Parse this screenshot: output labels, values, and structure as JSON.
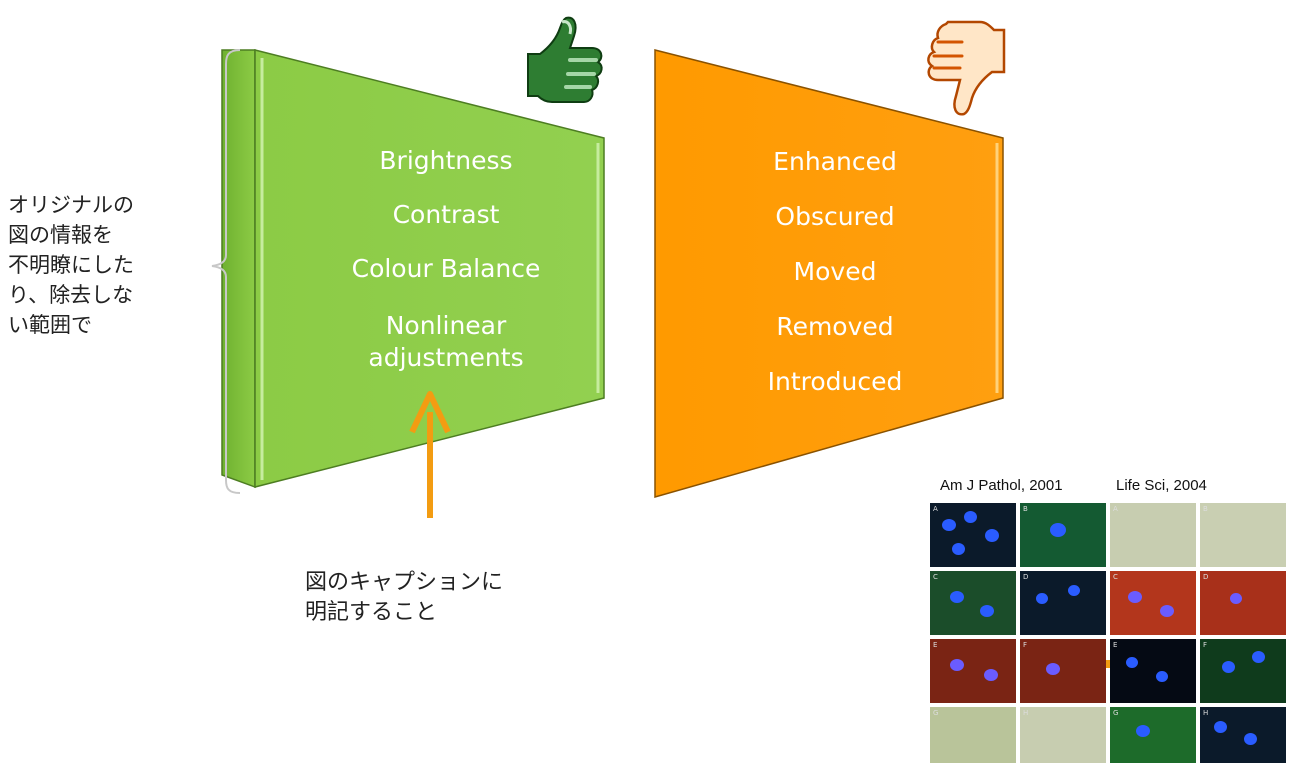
{
  "side_note": "オリジナルの\n図の情報を\n不明瞭にした\nり、除去しな\nい範囲で",
  "green_panel": {
    "items": [
      "Brightness",
      "Contrast",
      "Colour Balance",
      "Nonlinear\nadjustments"
    ],
    "color": "#8fcd4a"
  },
  "orange_panel": {
    "items": [
      "Enhanced",
      "Obscured",
      "Moved",
      "Removed",
      "Introduced"
    ],
    "color": "#ff9900"
  },
  "caption_note": "図のキャプションに\n明記すること",
  "references": [
    "Am J Pathol, 2001",
    "Life Sci, 2004"
  ],
  "thumbs_left_labels": [
    "A",
    "B",
    "C",
    "D",
    "E",
    "F",
    "G",
    "H"
  ],
  "thumbs_right_labels": [
    "A",
    "B",
    "C",
    "D",
    "E",
    "F",
    "G",
    "H"
  ],
  "icons": [
    "thumbs-up-icon",
    "thumbs-down-icon"
  ],
  "colors": {
    "arrow": "#f39c12"
  }
}
